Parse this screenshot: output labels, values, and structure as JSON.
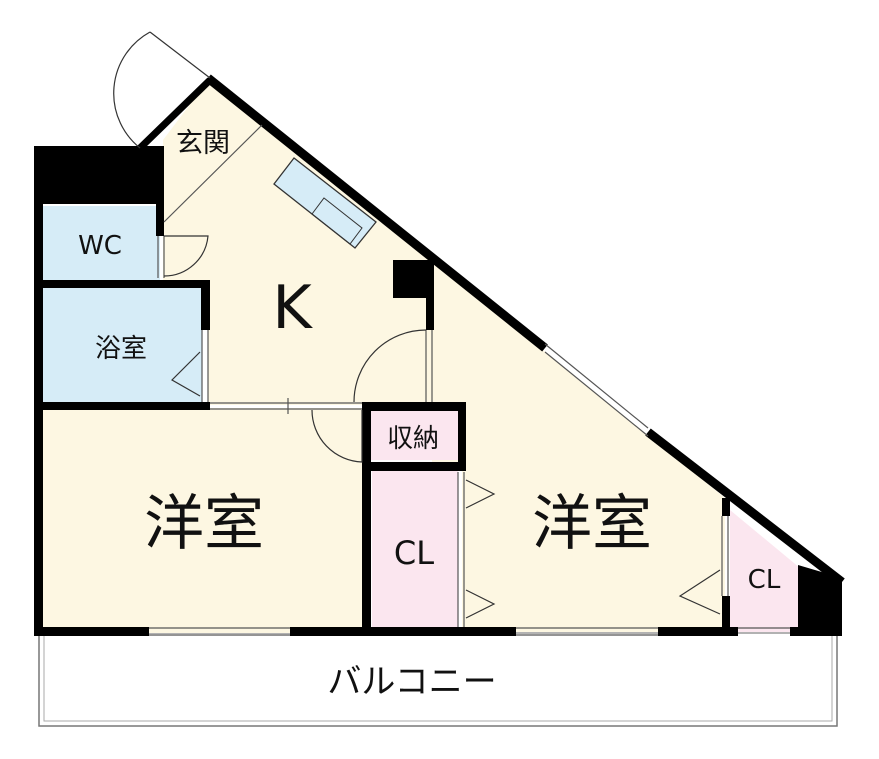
{
  "rooms": {
    "entrance": "玄関",
    "wc": "WC",
    "kitchen": "K",
    "bath": "浴室",
    "storage": "収納",
    "western_left": "洋室",
    "western_right": "洋室",
    "closet_center": "CL",
    "closet_right": "CL",
    "balcony": "バルコニー"
  },
  "colors": {
    "floor": "#fdf7e2",
    "wet": "#d6ecf7",
    "closet": "#fbe6ef",
    "wall": "#000000"
  }
}
